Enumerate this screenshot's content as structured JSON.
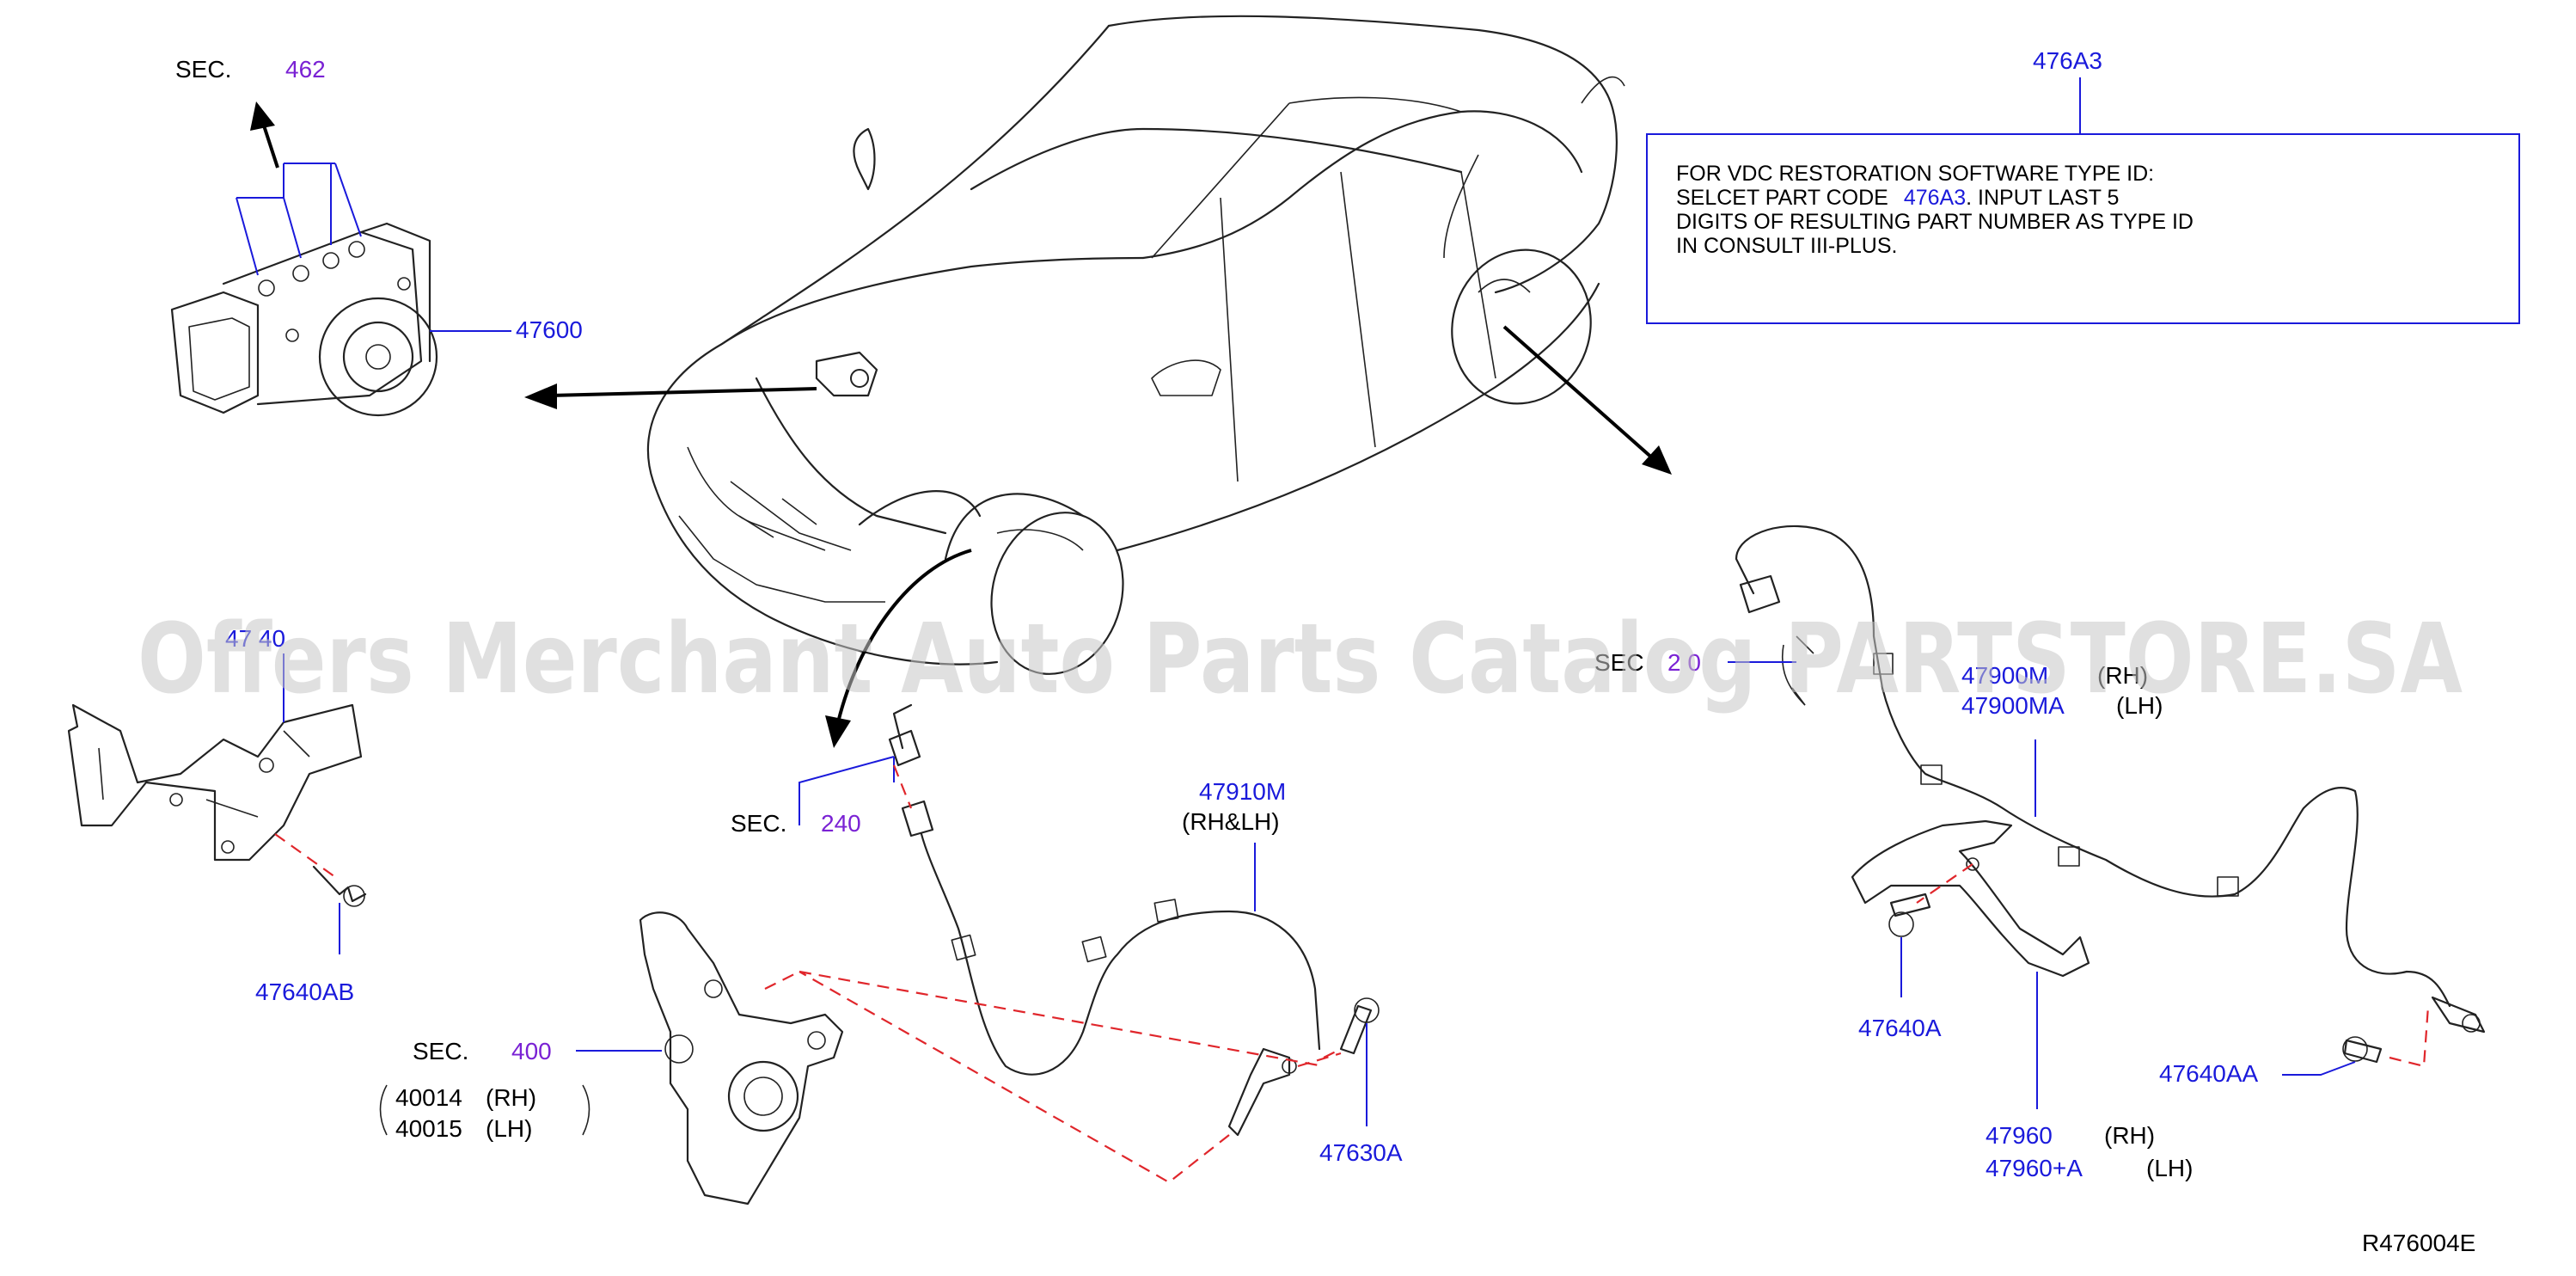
{
  "labels": {
    "sec462_prefix": "SEC.",
    "sec462_num": "462",
    "abs_unit": "47600",
    "bracket_top": "47 40",
    "bolt_47640ab": "47640AB",
    "sec240_prefix": "SEC.",
    "sec240_num": "240",
    "front_sensor": "47910M",
    "front_sensor_side": "(RH&LH)",
    "sec400_prefix": "SEC.",
    "sec400_num": "400",
    "knuckle_rh_code": "40014",
    "knuckle_rh_side": "(RH)",
    "knuckle_lh_code": "40015",
    "knuckle_lh_side": "(LH)",
    "bolt_47630a": "47630A",
    "rear_sec_prefix": "SEC",
    "rear_sec_num": "2 0",
    "rear_sensor_rh": "47900M",
    "rear_sensor_rh_side": "(RH)",
    "rear_sensor_lh": "47900MA",
    "rear_sensor_lh_side": "(LH)",
    "bolt_47640a": "47640A",
    "bolt_47640aa": "47640AA",
    "bracket_rh": "47960",
    "bracket_rh_side": "(RH)",
    "bracket_lh": "47960+A",
    "bracket_lh_side": "(LH)",
    "note_ref": "476A3",
    "figure_id": "R476004E"
  },
  "note": {
    "line1": "FOR  VDC  RESTORATION  SOFTWARE  TYPE  ID:",
    "line2_a": "SELCET  PART  CODE",
    "line2_code": "476A3",
    "line2_b": ".  INPUT  LAST  5",
    "line3": "DIGITS  OF  RESULTING PART  NUMBER  AS  TYPE ID",
    "line4": "IN CONSULT III-PLUS."
  },
  "watermark": "Offers Merchant Auto Parts Catalog PARTSTORE.SA",
  "colors": {
    "part_number": "#1a1adb",
    "section_ref": "#7a22d4",
    "hidden_line": "#e0262b",
    "watermark": "#c8c8c8"
  }
}
